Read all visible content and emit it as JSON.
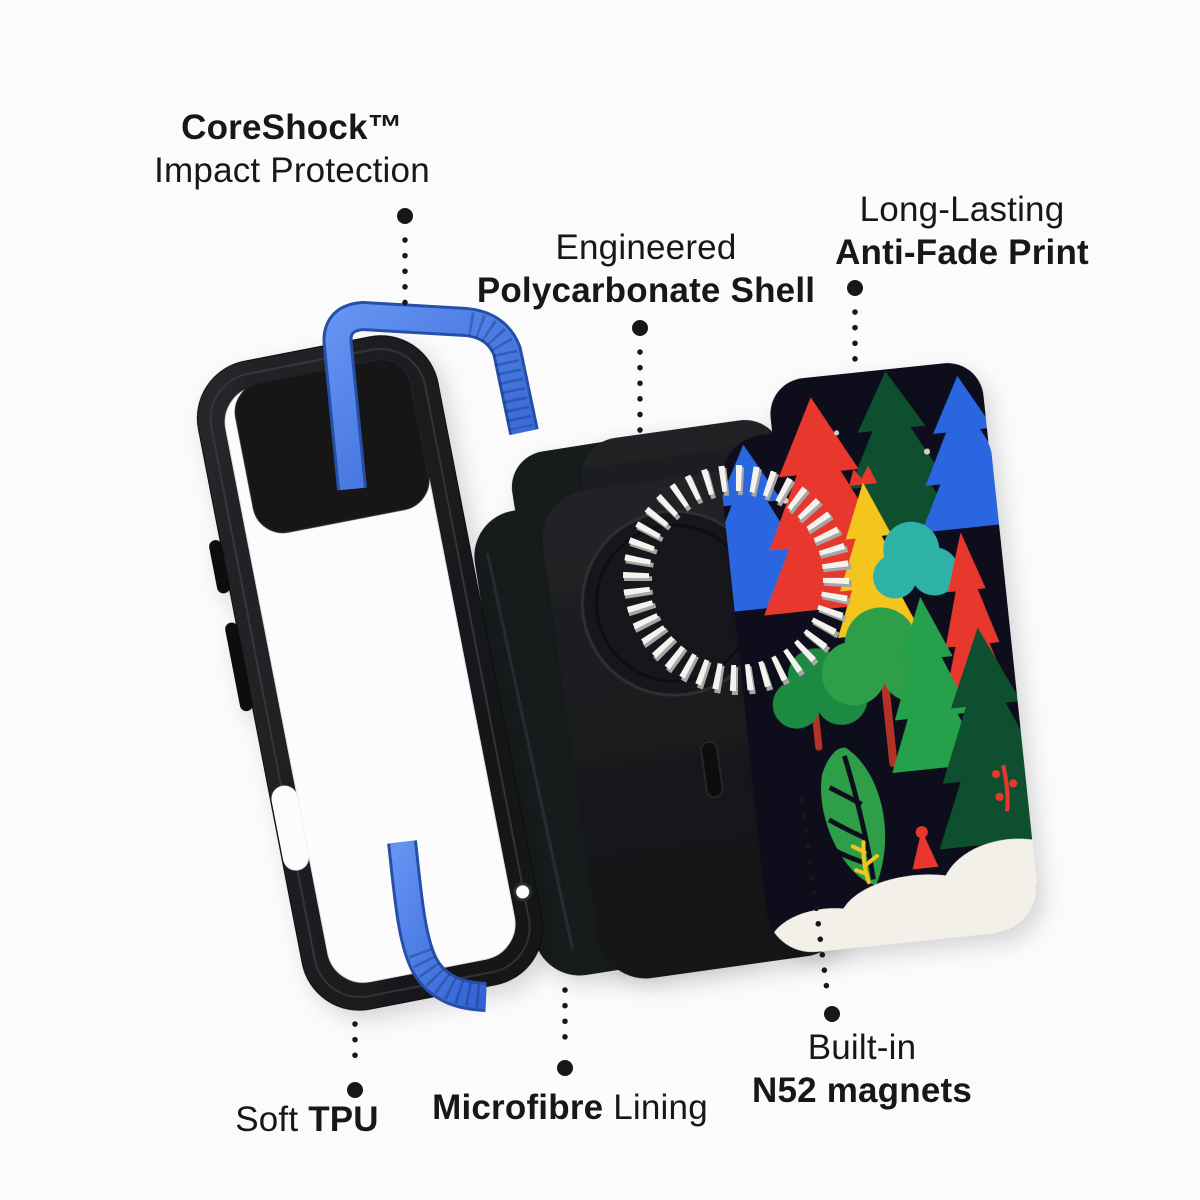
{
  "labels": {
    "coreshock": {
      "title": "CoreShock™",
      "subtitle": "Impact Protection"
    },
    "polycarbonate": {
      "intro": "Engineered",
      "title": "Polycarbonate Shell"
    },
    "antifade": {
      "intro": "Long-Lasting",
      "title": "Anti-Fade Print"
    },
    "tpu": {
      "intro": "Soft",
      "title": "TPU"
    },
    "microfibre": {
      "title": "Microfibre",
      "suffix": "Lining"
    },
    "magnets": {
      "intro": "Built-in",
      "title": "N52 magnets"
    }
  },
  "palette": {
    "background": "#fbfbfc",
    "text": "#17171a",
    "connector": "#17171a",
    "accent_blue": "#4079e4",
    "accent_blue_dark": "#274fa8",
    "case_black": "#1a1a1d",
    "lining_black": "#191a1f",
    "ring_white": "#f4f3f0",
    "print_bg": "#0c101c",
    "tree_red": "#e8392f",
    "tree_blue": "#2b66e0",
    "tree_green": "#2f9e4a",
    "tree_green_deep": "#1f8a40",
    "tree_green_bright": "#27a14b",
    "tree_dark_green": "#0d4f2e",
    "tree_teal": "#2fb1a6",
    "tree_yellow": "#f4c51c",
    "snow_white": "#f3f0ea",
    "trunk_red": "#b33227"
  }
}
